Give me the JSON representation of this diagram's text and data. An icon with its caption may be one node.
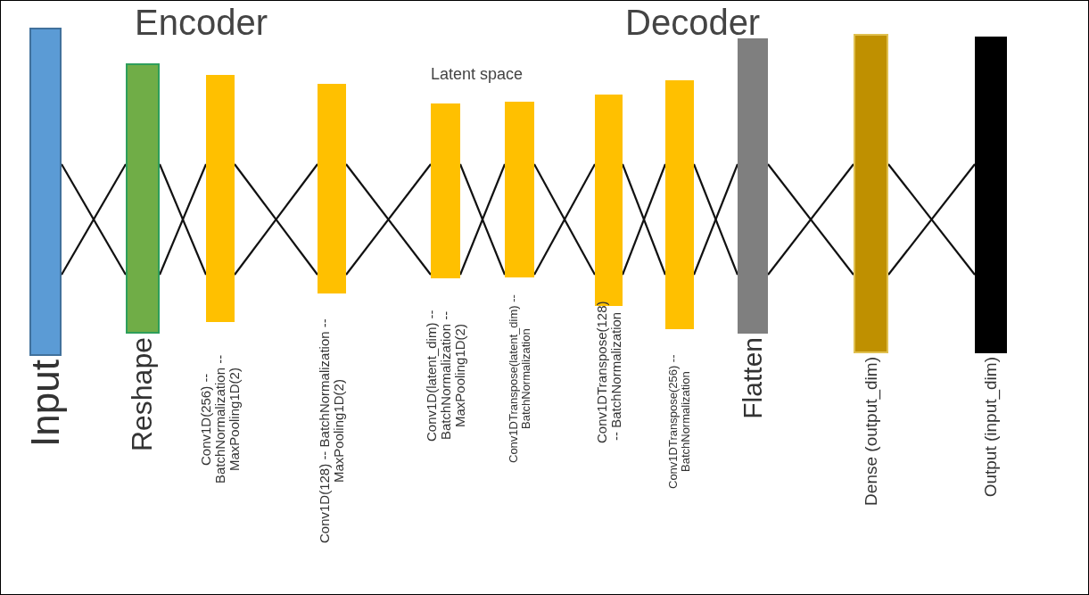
{
  "diagram": {
    "nodes": [
      {
        "text": [
          "Input"
        ]
      },
      {
        "text": [
          "Reshape"
        ]
      },
      {
        "text": [
          "Conv1D(256) -- BatchNormalization -- MaxPooling1D(2)"
        ]
      },
      {
        "text": [
          "Conv1D(128) -- BatchNormalization -- MaxPooling1D(2)"
        ]
      },
      {
        "text": [
          "Conv1D(latent_dim) -- BatchNormalization -- MaxPooling1D(2)"
        ]
      },
      {
        "text": [
          "Conv1DTranspose(latent_dim) -- BatchNormalization"
        ]
      },
      {
        "text": [
          "Conv1DTranspose(128) -- BatchNormalization"
        ]
      },
      {
        "text": [
          "Conv1DTranspose(256) -- BatchNormalization"
        ]
      },
      {
        "text": [
          "Flatten"
        ]
      },
      {
        "text": [
          "Dense (output_dim)"
        ]
      },
      {
        "text": [
          "Output (input_dim)"
        ]
      }
    ],
    "edges": [
      {
        "from": 0,
        "to": 1,
        "arrow": "none"
      },
      {
        "from": 0,
        "to": 1,
        "arrow": "none"
      },
      {
        "from": 1,
        "to": 2,
        "arrow": "none"
      },
      {
        "from": 1,
        "to": 2,
        "arrow": "none"
      },
      {
        "from": 2,
        "to": 3,
        "arrow": "none"
      },
      {
        "from": 2,
        "to": 3,
        "arrow": "none"
      },
      {
        "from": 3,
        "to": 4,
        "arrow": "none"
      },
      {
        "from": 3,
        "to": 4,
        "arrow": "none"
      },
      {
        "from": 4,
        "to": 5,
        "arrow": "none"
      },
      {
        "from": 4,
        "to": 5,
        "arrow": "none"
      },
      {
        "from": 5,
        "to": 6,
        "arrow": "none"
      },
      {
        "from": 5,
        "to": 6,
        "arrow": "none"
      },
      {
        "from": 6,
        "to": 7,
        "arrow": "none"
      },
      {
        "from": 6,
        "to": 7,
        "arrow": "none"
      },
      {
        "from": 7,
        "to": 8,
        "arrow": "none"
      },
      {
        "from": 7,
        "to": 8,
        "arrow": "none"
      },
      {
        "from": 8,
        "to": 9,
        "arrow": "none"
      },
      {
        "from": 8,
        "to": 9,
        "arrow": "none"
      },
      {
        "from": 9,
        "to": 10,
        "arrow": "none"
      },
      {
        "from": 9,
        "to": 10,
        "arrow": "none"
      }
    ],
    "labels": [
      "Encoder",
      "Decoder",
      "Latent space"
    ]
  }
}
